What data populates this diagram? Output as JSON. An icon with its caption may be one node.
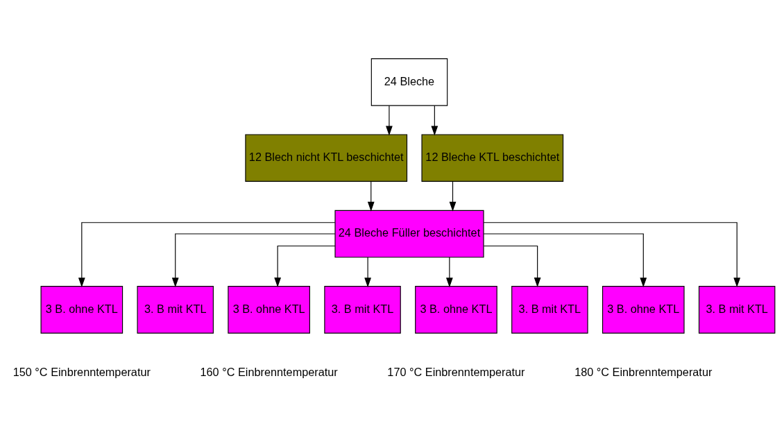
{
  "diagram": {
    "nodes": [
      {
        "text": [
          "24 Bleche"
        ]
      },
      {
        "text": [
          "12 Blech nicht KTL beschichtet"
        ]
      },
      {
        "text": [
          "12 Bleche KTL beschichtet"
        ]
      },
      {
        "text": [
          "24 Bleche Füller beschichtet"
        ]
      },
      {
        "text": [
          "3 B. ohne KTL"
        ]
      },
      {
        "text": [
          "3. B mit KTL"
        ]
      },
      {
        "text": [
          "3 B. ohne KTL"
        ]
      },
      {
        "text": [
          "3. B mit KTL"
        ]
      },
      {
        "text": [
          "3 B. ohne KTL"
        ]
      },
      {
        "text": [
          "3. B mit KTL"
        ]
      },
      {
        "text": [
          "3 B. ohne KTL"
        ]
      },
      {
        "text": [
          "3. B mit KTL"
        ]
      }
    ],
    "edges": [
      {
        "from": 0,
        "to": 1,
        "arrow": "to"
      },
      {
        "from": 0,
        "to": 2,
        "arrow": "to"
      },
      {
        "from": 1,
        "to": 3,
        "arrow": "to"
      },
      {
        "from": 2,
        "to": 3,
        "arrow": "to"
      },
      {
        "from": 3,
        "to": 4,
        "arrow": "to"
      },
      {
        "from": 3,
        "to": 5,
        "arrow": "to"
      },
      {
        "from": 3,
        "to": 6,
        "arrow": "to"
      },
      {
        "from": 3,
        "to": 7,
        "arrow": "to"
      },
      {
        "from": 3,
        "to": 8,
        "arrow": "to"
      },
      {
        "from": 3,
        "to": 9,
        "arrow": "to"
      },
      {
        "from": 3,
        "to": 10,
        "arrow": "to"
      },
      {
        "from": 3,
        "to": 11,
        "arrow": "to"
      }
    ],
    "labels": [
      "150 °C Einbrenntemperatur",
      "160 °C Einbrenntemperatur",
      "170 °C Einbrenntemperatur",
      "180 °C Einbrenntemperatur"
    ]
  }
}
